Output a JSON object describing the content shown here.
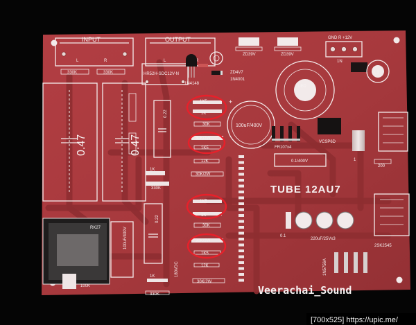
{
  "board": {
    "colors": {
      "board": "#a7393d",
      "board_dark": "#8a2c30",
      "silk": "#f4ecec",
      "marker": "#e8202a",
      "background": "#050505"
    },
    "headers": {
      "input": "INPUT",
      "output": "OUTPUT",
      "left": "L",
      "right": "R"
    },
    "relay": "HR52H-SDC12V-N",
    "power_header": "GND R +12V",
    "title": "TUBE 12AU7",
    "signature": "Veerachai_Sound",
    "caps": {
      "left": "0.47",
      "right": "0.47",
      "hv": "100uF/400V",
      "film": "0.1/400V",
      "c22a": "0.22",
      "c22b": "0.22",
      "c25v": "220uF/25Vx3",
      "c10": "100uF/400V"
    },
    "labels": {
      "r330k_a": "330K",
      "r330k_b": "330K",
      "r1k5_a": "1K5",
      "r1k_a": "1K",
      "r30k_a": "30K",
      "r30k2w_a": "30K/2W",
      "r1k5_b": "1K5",
      "r12k_a": "12K",
      "r1k_b": "1K",
      "r30k2w_b": "30K/2W",
      "r330k_c": "330K",
      "r1k5_c": "1K5",
      "r1k_c": "1K",
      "r30k_b": "30K",
      "r30k2w_c": "30K/2W",
      "r1k5_d": "1K5",
      "r12k_b": "12K",
      "r1k_d": "1K",
      "r30k2w_d": "30K/2W",
      "r330k_d": "330K",
      "vol": "RK27",
      "vol_val": "100K",
      "v180": "180VDC",
      "diode1": "1N4148",
      "diode2": "1N4001",
      "zener": "ZD4V7",
      "zener2": "ZD39V",
      "fr": "FR107x4",
      "vcsp": "VCSP6D",
      "q1": "2SK2545",
      "q2": "1N5756A",
      "r01": "0.1",
      "r200": "200",
      "r1": "1"
    }
  },
  "watermark": "[700x525] https://upic.me/"
}
